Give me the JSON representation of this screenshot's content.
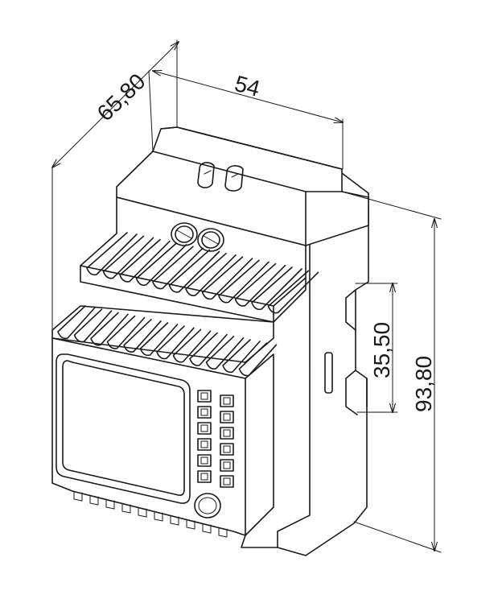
{
  "dimensions": {
    "depth": "65,80",
    "width": "54",
    "din_rail": "35,50",
    "height": "93,80"
  }
}
